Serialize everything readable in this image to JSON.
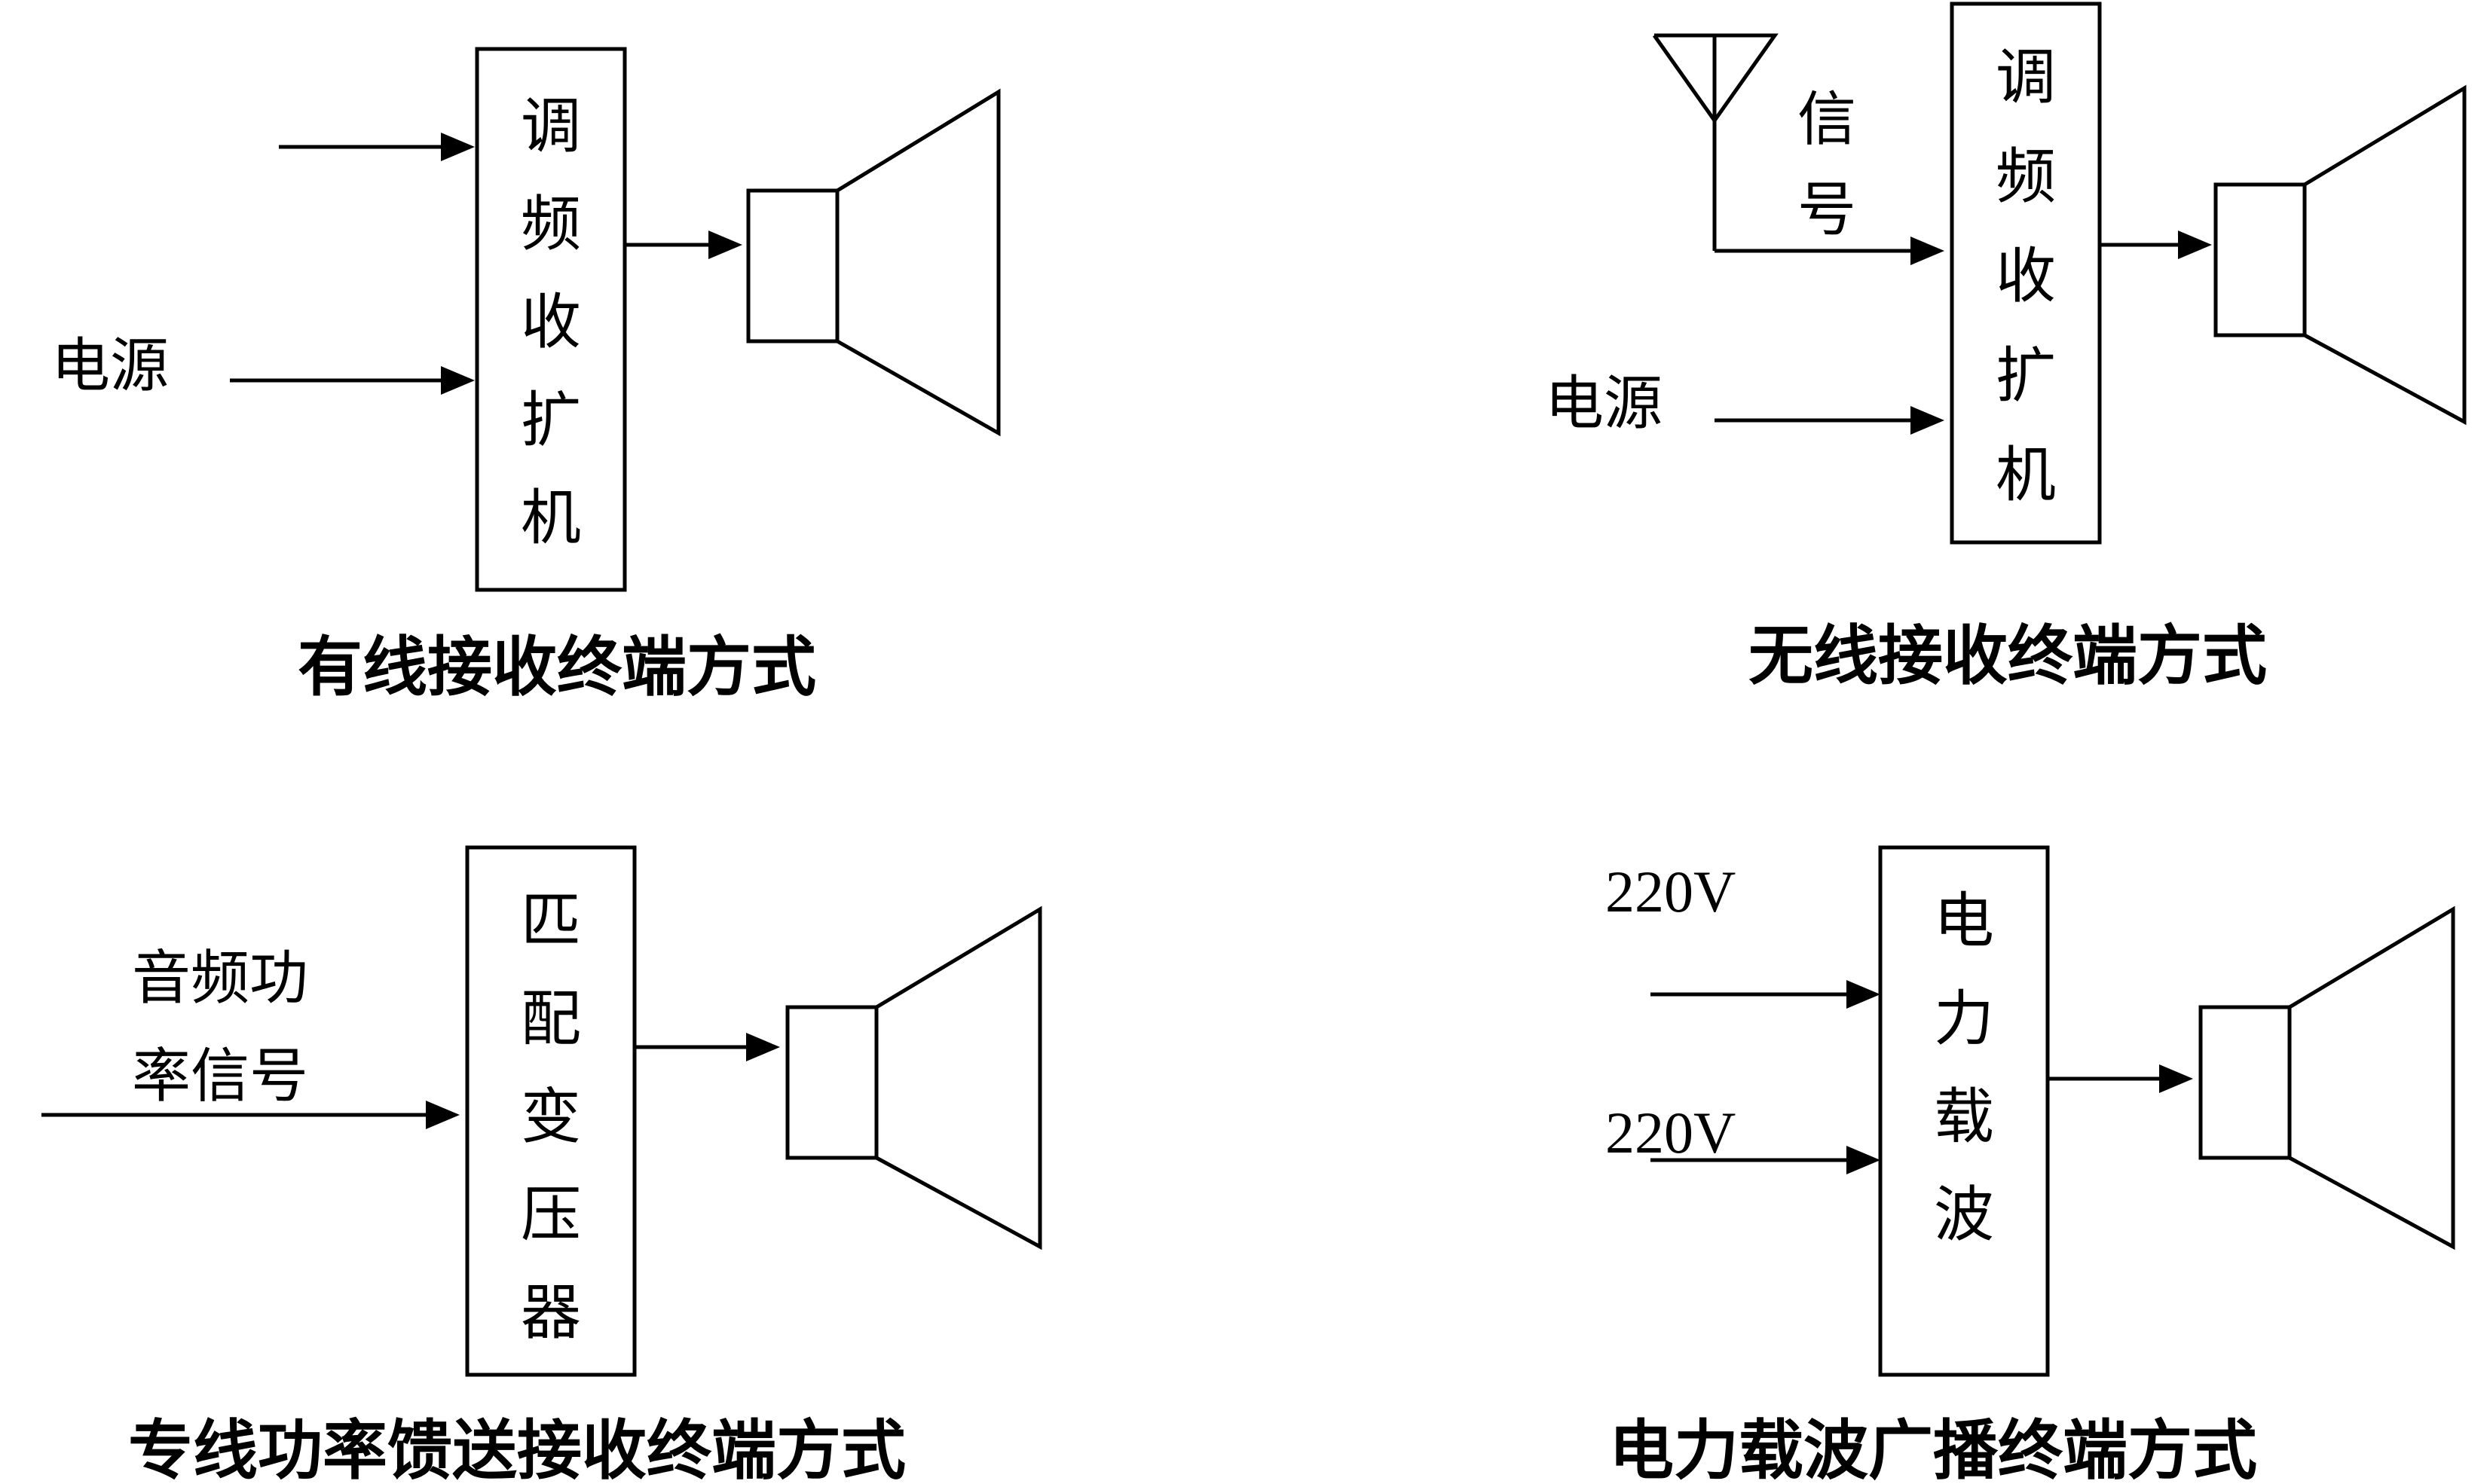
{
  "panels": {
    "wired": {
      "caption": "有线接收终端方式",
      "power_label": "电源",
      "box_chars": [
        "调",
        "频",
        "收",
        "扩",
        "机"
      ]
    },
    "wireless": {
      "caption": "无线接收终端方式",
      "signal_chars": [
        "信",
        "号"
      ],
      "power_label": "电源",
      "box_chars": [
        "调",
        "频",
        "收",
        "扩",
        "机"
      ]
    },
    "dedicated": {
      "caption": "专线功率馈送接收终端方式",
      "input_label_line1": "音频功",
      "input_label_line2": "率信号",
      "box_chars": [
        "匹",
        "配",
        "变",
        "压",
        "器"
      ]
    },
    "carrier": {
      "caption": "电力载波广播终端方式",
      "input1_label": "220V",
      "input2_label": "220V",
      "box_chars": [
        "电",
        "力",
        "载",
        "波"
      ]
    }
  }
}
